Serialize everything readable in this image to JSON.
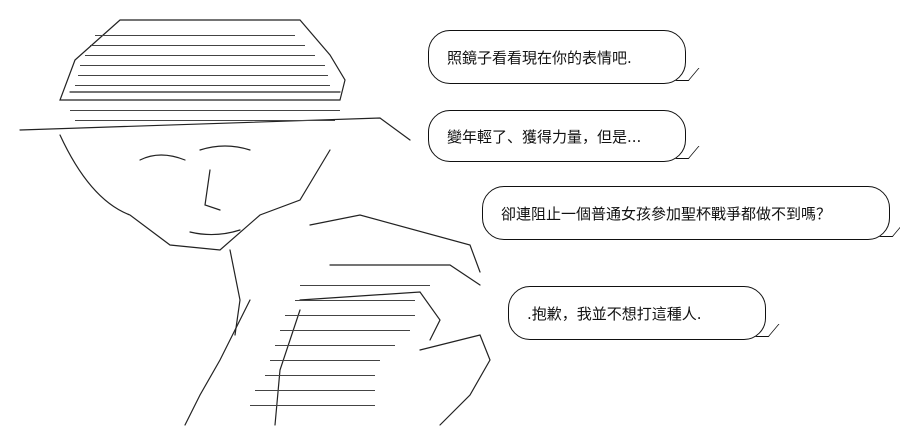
{
  "speech": [
    {
      "text": "照鏡子看看現在你的表情吧."
    },
    {
      "text": "變年輕了、獲得力量，但是..."
    },
    {
      "text": "卻連阻止一個普通女孩參加聖杯戰爭都做不到嗎？"
    },
    {
      "text": ".抱歉，我並不想打這種人."
    }
  ],
  "colors": {
    "ink": "#111111",
    "paper": "#ffffff"
  }
}
